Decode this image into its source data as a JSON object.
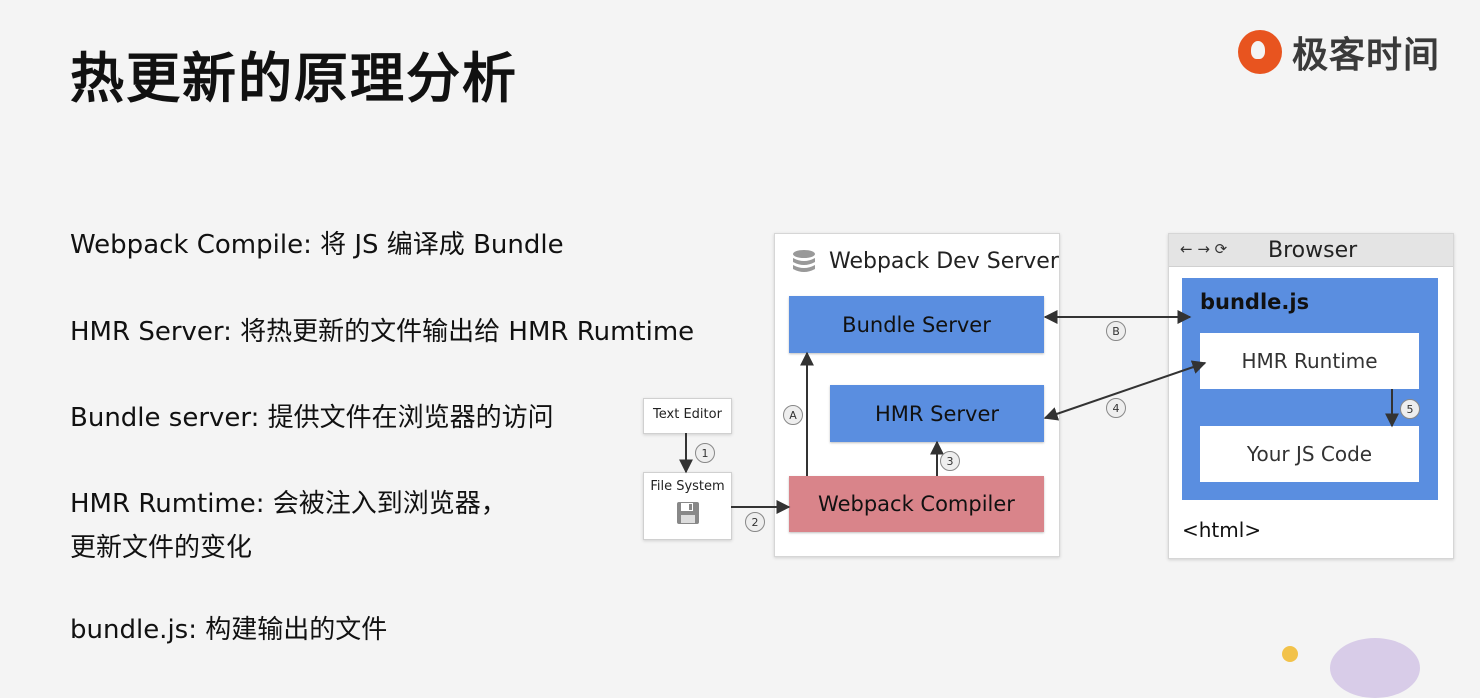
{
  "title": "热更新的原理分析",
  "logo": {
    "text": "极客时间"
  },
  "descriptions": [
    "Webpack Compile: 将 JS 编译成 Bundle",
    "HMR Server: 将热更新的文件输出给 HMR Rumtime",
    "Bundle server: 提供文件在浏览器的访问",
    "HMR Rumtime: 会被注入到浏览器，",
    "更新文件的变化",
    "bundle.js: 构建输出的文件"
  ],
  "diagram": {
    "dev_server": {
      "title": "Webpack Dev Server",
      "bundle_server": "Bundle Server",
      "hmr_server": "HMR Server",
      "compiler": "Webpack Compiler"
    },
    "text_editor": "Text Editor",
    "file_system": "File System",
    "browser": {
      "title": "Browser",
      "nav": "← → ⟳",
      "bundle_label": "bundle.js",
      "hmr_runtime": "HMR Runtime",
      "your_code": "Your JS Code",
      "html_label": "<html>"
    },
    "badges": {
      "one": "1",
      "two": "2",
      "three": "3",
      "four": "4",
      "five": "5",
      "a": "A",
      "b": "B"
    }
  }
}
